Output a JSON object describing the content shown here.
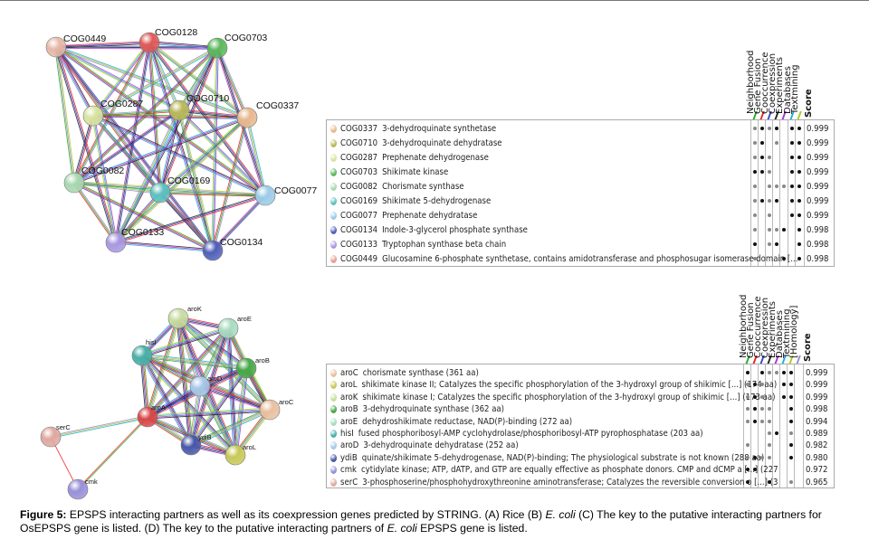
{
  "network_a": {
    "nodes": [
      {
        "label": "COG0449",
        "color": "#e6b8a8"
      },
      {
        "label": "COG0128",
        "color": "#e05a5a"
      },
      {
        "label": "COG0703",
        "color": "#5cb85c"
      },
      {
        "label": "COG0287",
        "color": "#d8e3a0"
      },
      {
        "label": "COG0710",
        "color": "#b9b95a"
      },
      {
        "label": "COG0337",
        "color": "#e8b890"
      },
      {
        "label": "COG0082",
        "color": "#a8d8b0"
      },
      {
        "label": "COG0169",
        "color": "#5ec0c0"
      },
      {
        "label": "COG0077",
        "color": "#9ccbe8"
      },
      {
        "label": "COG0133",
        "color": "#a898e0"
      },
      {
        "label": "COG0134",
        "color": "#5060b8"
      }
    ]
  },
  "network_b": {
    "nodes": [
      {
        "label": "aroK",
        "color": "#c8dca0"
      },
      {
        "label": "aroE",
        "color": "#a8dcc0"
      },
      {
        "label": "hisI",
        "color": "#48b0a8"
      },
      {
        "label": "aroB",
        "color": "#48a848"
      },
      {
        "label": "aroD",
        "color": "#a8c8e8"
      },
      {
        "label": "aroC",
        "color": "#e8c0a0"
      },
      {
        "label": "aroA",
        "color": "#d84848"
      },
      {
        "label": "serC",
        "color": "#e0a8a0"
      },
      {
        "label": "ydiB",
        "color": "#4858a8"
      },
      {
        "label": "aroL",
        "color": "#c8c858"
      },
      {
        "label": "cmk",
        "color": "#9890d8"
      }
    ]
  },
  "evidence_colors": [
    "#22aa22",
    "#ee2222",
    "#3344cc",
    "#222222",
    "#aa33cc",
    "#22aadd",
    "#aacc22",
    "#9988cc"
  ],
  "table_a": {
    "headers": [
      "Neighborhood",
      "Gene Fusion",
      "Cooccurrence",
      "Coexpression",
      "Experiments",
      "Databases",
      "Textmining"
    ],
    "score_header": "Score",
    "rows": [
      {
        "code": "COG0337",
        "desc": "3-dehydroquinate synthetase",
        "color": "#e8b890",
        "ev": [
          1,
          2,
          1,
          2,
          0,
          2,
          2
        ],
        "score": "0.999"
      },
      {
        "code": "COG0710",
        "desc": "3-dehydroquinate dehydratase",
        "color": "#b9b95a",
        "ev": [
          1,
          2,
          0,
          1,
          0,
          2,
          2
        ],
        "score": "0.999"
      },
      {
        "code": "COG0287",
        "desc": "Prephenate dehydrogenase",
        "color": "#d8e3a0",
        "ev": [
          1,
          2,
          1,
          0,
          0,
          2,
          2
        ],
        "score": "0.999"
      },
      {
        "code": "COG0703",
        "desc": "Shikimate kinase",
        "color": "#5cb85c",
        "ev": [
          2,
          2,
          1,
          0,
          0,
          2,
          2
        ],
        "score": "0.999"
      },
      {
        "code": "COG0082",
        "desc": "Chorismate synthase",
        "color": "#a8d8b0",
        "ev": [
          1,
          0,
          1,
          1,
          1,
          2,
          2
        ],
        "score": "0.999"
      },
      {
        "code": "COG0169",
        "desc": "Shikimate 5-dehydrogenase",
        "color": "#5ec0c0",
        "ev": [
          1,
          2,
          1,
          2,
          0,
          2,
          2
        ],
        "score": "0.999"
      },
      {
        "code": "COG0077",
        "desc": "Prephenate dehydratase",
        "color": "#9ccbe8",
        "ev": [
          1,
          0,
          1,
          0,
          0,
          2,
          2
        ],
        "score": "0.999"
      },
      {
        "code": "COG0134",
        "desc": "Indole-3-glycerol phosphate synthase",
        "color": "#5060b8",
        "ev": [
          1,
          0,
          1,
          1,
          2,
          0,
          2
        ],
        "score": "0.998"
      },
      {
        "code": "COG0133",
        "desc": "Tryptophan synthase beta chain",
        "color": "#a898e0",
        "ev": [
          2,
          0,
          1,
          2,
          0,
          0,
          2
        ],
        "score": "0.998"
      },
      {
        "code": "COG0449",
        "desc": "Glucosamine 6-phosphate synthetase, contains amidotransferase and phosphosugar isomerase domain [...]",
        "color": "#e6a090",
        "ev": [
          1,
          0,
          0,
          0,
          2,
          0,
          2
        ],
        "score": "0.998"
      }
    ]
  },
  "table_b": {
    "headers": [
      "Neighborhood",
      "Gene Fusion",
      "Cooccurrence",
      "Coexpression",
      "Experiments",
      "Databases",
      "Textmining",
      "[Homology]"
    ],
    "score_header": "Score",
    "rows": [
      {
        "code": "aroC",
        "desc": "chorismate synthase (361 aa)",
        "color": "#e8c0a0",
        "ev": [
          2,
          0,
          2,
          1,
          1,
          2,
          2,
          0
        ],
        "score": "0.999"
      },
      {
        "code": "aroL",
        "desc": "shikimate kinase II; Catalyzes the specific phosphorylation of the 3-hydroxyl group of shikimic [...] (174 aa)",
        "color": "#c8c858",
        "ev": [
          1,
          2,
          1,
          0,
          0,
          2,
          2,
          0
        ],
        "score": "0.999"
      },
      {
        "code": "aroK",
        "desc": "shikimate kinase I; Catalyzes the specific phosphorylation of the 3-hydroxyl group of shikimic [...] (173 aa)",
        "color": "#c8dca0",
        "ev": [
          1,
          2,
          1,
          0,
          0,
          2,
          2,
          0
        ],
        "score": "0.999"
      },
      {
        "code": "aroB",
        "desc": "3-dehydroquinate synthase (362 aa)",
        "color": "#48a848",
        "ev": [
          1,
          2,
          1,
          1,
          0,
          0,
          2,
          0
        ],
        "score": "0.998"
      },
      {
        "code": "aroE",
        "desc": "dehydroshikimate reductase, NAD(P)-binding (272 aa)",
        "color": "#a8dcc0",
        "ev": [
          1,
          2,
          1,
          1,
          0,
          0,
          2,
          0
        ],
        "score": "0.994"
      },
      {
        "code": "hisI",
        "desc": "fused phosphoribosyl-AMP cyclohydrolase/phosphoribosyl-ATP pyrophosphatase (203 aa)",
        "color": "#48b0a8",
        "ev": [
          0,
          0,
          0,
          1,
          2,
          0,
          1,
          0
        ],
        "score": "0.989"
      },
      {
        "code": "aroD",
        "desc": "3-dehydroquinate dehydratase (252 aa)",
        "color": "#a8c8e8",
        "ev": [
          1,
          0,
          0,
          1,
          0,
          0,
          2,
          0
        ],
        "score": "0.982"
      },
      {
        "code": "ydiB",
        "desc": "quinate/shikimate 5-dehydrogenase, NAD(P)-binding; The physiological substrate is not known (288 aa)",
        "color": "#4858a8",
        "ev": [
          1,
          2,
          1,
          1,
          0,
          0,
          2,
          0
        ],
        "score": "0.980"
      },
      {
        "code": "cmk",
        "desc": "cytidylate kinase; ATP, dATP, and GTP are equally effective as phosphate donors. CMP and dCMP a [...] (227 aa)",
        "color": "#9890d8",
        "ev": [
          2,
          2,
          0,
          0,
          0,
          0,
          0,
          0
        ],
        "score": "0.972"
      },
      {
        "code": "serC",
        "desc": "3-phosphoserine/phosphohydroxythreonine aminotransferase; Catalyzes the reversible conversion o [...] (362 aa)",
        "color": "#e0a8a0",
        "ev": [
          2,
          0,
          0,
          2,
          0,
          0,
          1,
          0
        ],
        "score": "0.965"
      }
    ]
  },
  "caption": {
    "label": "Figure 5:",
    "part1": " EPSPS interacting partners as well as its coexpression genes predicted by STRING. (A) Rice (B) ",
    "ecoli1": "E. coli",
    "part2": " (C) The key to the putative interacting partners for OsEPSPS gene is listed. (D) The key to the putative interacting partners of ",
    "ecoli2": "E. coli",
    "part3": " EPSPS gene is listed."
  }
}
